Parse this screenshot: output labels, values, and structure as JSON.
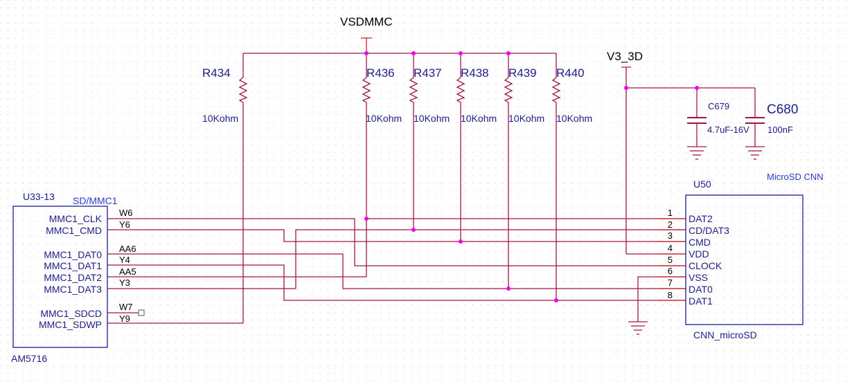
{
  "nets": {
    "vsdmmc": "VSDMMC",
    "v3_3d": "V3_3D"
  },
  "resistors": [
    {
      "ref": "R434",
      "value": "10Kohm"
    },
    {
      "ref": "R436",
      "value": "10Kohm"
    },
    {
      "ref": "R437",
      "value": "10Kohm"
    },
    {
      "ref": "R438",
      "value": "10Kohm"
    },
    {
      "ref": "R439",
      "value": "10Kohm"
    },
    {
      "ref": "R440",
      "value": "10Kohm"
    }
  ],
  "capacitors": [
    {
      "ref": "C679",
      "value": "4.7uF-16V"
    },
    {
      "ref": "C680",
      "value": "100nF"
    }
  ],
  "u33": {
    "ref": "U33-13",
    "block": "SD/MMC1",
    "part": "AM5716",
    "pins": [
      {
        "name": "MMC1_CLK",
        "ball": "W6"
      },
      {
        "name": "MMC1_CMD",
        "ball": "Y6"
      },
      {
        "name": "MMC1_DAT0",
        "ball": "AA6"
      },
      {
        "name": "MMC1_DAT1",
        "ball": "Y4"
      },
      {
        "name": "MMC1_DAT2",
        "ball": "AA5"
      },
      {
        "name": "MMC1_DAT3",
        "ball": "Y3"
      },
      {
        "name": "MMC1_SDCD",
        "ball": "W7"
      },
      {
        "name": "MMC1_SDWP",
        "ball": "Y9"
      }
    ]
  },
  "u50": {
    "ref": "U50",
    "title": "MicroSD CNN",
    "part": "CNN_microSD",
    "pins": [
      {
        "num": "1",
        "name": "DAT2"
      },
      {
        "num": "2",
        "name": "CD/DAT3"
      },
      {
        "num": "3",
        "name": "CMD"
      },
      {
        "num": "4",
        "name": "VDD"
      },
      {
        "num": "5",
        "name": "CLOCK"
      },
      {
        "num": "6",
        "name": "VSS"
      },
      {
        "num": "7",
        "name": "DAT0"
      },
      {
        "num": "8",
        "name": "DAT1"
      }
    ]
  },
  "colors": {
    "wire": "#a0144a",
    "text": "#1c1c8c",
    "blue_text": "#2a3acc",
    "power": "#cc2222",
    "junction": "#ee00ee",
    "grid": "#c8c8c8"
  }
}
